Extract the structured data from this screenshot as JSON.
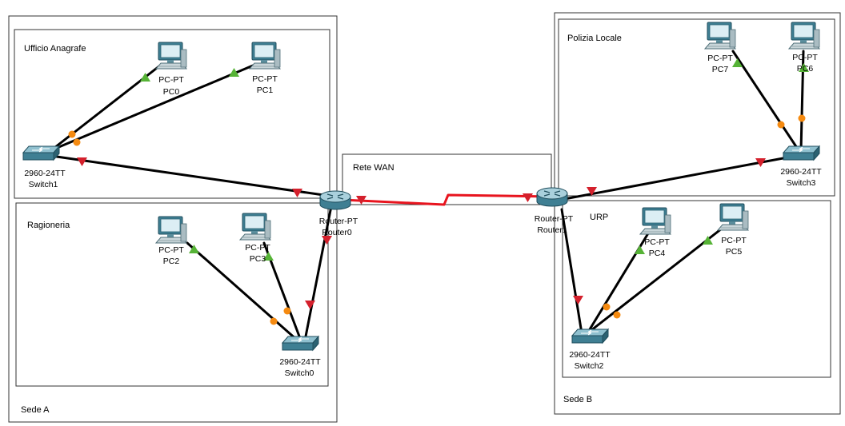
{
  "colors": {
    "link": "#000000",
    "wan_link": "#e8141e",
    "link_up": "#56b336",
    "link_down": "#d4202c",
    "link_blink": "#f58a10",
    "device": "#3f7f93",
    "device_light": "#8fc0cf",
    "frame": "#333333"
  },
  "clusters": {
    "sede_a": "Sede A",
    "ufficio_anagrafe": "Ufficio Anagrafe",
    "ragioneria": "Ragioneria",
    "rete_wan": "Rete WAN",
    "sede_b": "Sede B",
    "polizia_locale": "Polizia Locale",
    "urp": "URP"
  },
  "devices": {
    "pc0": {
      "model": "PC-PT",
      "name": "PC0",
      "icon": "pc-icon"
    },
    "pc1": {
      "model": "PC-PT",
      "name": "PC1",
      "icon": "pc-icon"
    },
    "pc2": {
      "model": "PC-PT",
      "name": "PC2",
      "icon": "pc-icon"
    },
    "pc3": {
      "model": "PC-PT",
      "name": "PC3",
      "icon": "pc-icon"
    },
    "pc4": {
      "model": "PC-PT",
      "name": "PC4",
      "icon": "pc-icon"
    },
    "pc5": {
      "model": "PC-PT",
      "name": "PC5",
      "icon": "pc-icon"
    },
    "pc6": {
      "model": "PC-PT",
      "name": "PC6",
      "icon": "pc-icon"
    },
    "pc7": {
      "model": "PC-PT",
      "name": "PC7",
      "icon": "pc-icon"
    },
    "switch0": {
      "model": "2960-24TT",
      "name": "Switch0",
      "icon": "switch-icon"
    },
    "switch1": {
      "model": "2960-24TT",
      "name": "Switch1",
      "icon": "switch-icon"
    },
    "switch2": {
      "model": "2960-24TT",
      "name": "Switch2",
      "icon": "switch-icon"
    },
    "switch3": {
      "model": "2960-24TT",
      "name": "Switch3",
      "icon": "switch-icon"
    },
    "router0": {
      "model": "Router-PT",
      "name": "Router0",
      "icon": "router-icon"
    },
    "router1": {
      "model": "Router-PT",
      "name": "Router1",
      "icon": "router-icon"
    }
  }
}
